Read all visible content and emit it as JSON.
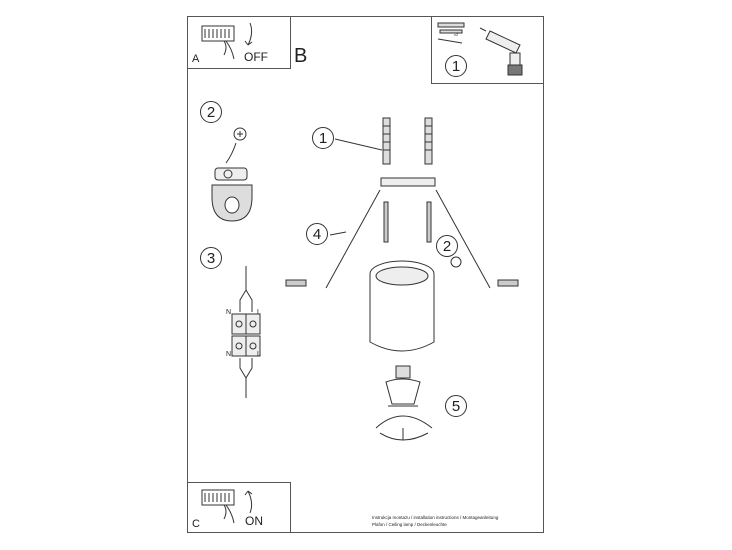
{
  "panels": {
    "a": {
      "letter": "A",
      "switch_label": "OFF"
    },
    "b": {
      "letter": "B"
    },
    "c": {
      "letter": "C",
      "switch_label": "ON"
    }
  },
  "steps": {
    "tools": "1",
    "ground": "2",
    "connector": "3",
    "screw_label": "1",
    "bracket_label": "4",
    "ground_label": "2",
    "bulb_label": "5"
  },
  "connector_terminals": {
    "top_left": "N",
    "top_right": "L",
    "bottom_left": "N",
    "bottom_right": "L"
  },
  "tool_marks": {
    "quantity": "x2"
  },
  "footer": {
    "line1": "Instrukcja montażu / installation instructions / Montageanleitung",
    "line2": "Plafon / Ceiling lamp / Deckenleuchte"
  }
}
